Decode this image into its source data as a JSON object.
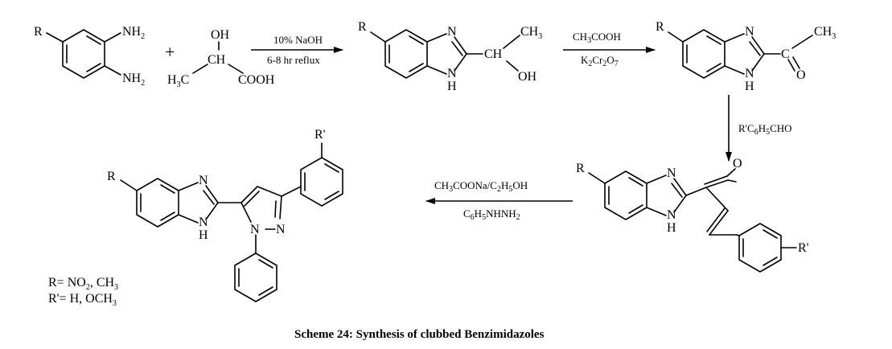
{
  "caption": "Scheme 24: Synthesis of clubbed Benzimidazoles",
  "reactant1": {
    "r": "R",
    "nh2_top": "NH",
    "nh2_bottom": "NH",
    "sub2": "2"
  },
  "plus": "+",
  "reactant2": {
    "oh": "OH",
    "ch": "CH",
    "h3c_h": "H",
    "h3c_3": "3",
    "h3c_c": "C",
    "cooh": "COOH"
  },
  "step1": {
    "reagent": "10% NaOH",
    "condition": "6-8 hr reflux"
  },
  "intermediate1": {
    "r": "R",
    "n": "N",
    "nh": "H",
    "ch": "CH",
    "ch3": "CH",
    "three": "3",
    "oh": "OH"
  },
  "step2": {
    "reagent_a": "CH",
    "reagent_a_sub": "3",
    "reagent_a_rest": "COOH",
    "reagent_b": "K",
    "b2": "2",
    "b_cr": "Cr",
    "b2b": "2",
    "b_o": "O",
    "b7": "7"
  },
  "intermediate2": {
    "r": "R",
    "n": "N",
    "nh": "H",
    "c": "C",
    "o": "O",
    "ch3": "CH",
    "three": "3"
  },
  "step3": {
    "reagent": "R'C",
    "s6": "6",
    "h": "H",
    "s5": "5",
    "cho": "CHO"
  },
  "chalcone": {
    "r": "R",
    "n": "N",
    "nh": "H",
    "o": "O",
    "rprime": "R'"
  },
  "step4": {
    "a1": "CH",
    "a1s": "3",
    "a2": "COONa/C",
    "a2s": "2",
    "a3": "H",
    "a3s": "5",
    "a4": "OH",
    "b1": "C",
    "b1s": "6",
    "b2": "H",
    "b2s": "5",
    "b3": "NHNH",
    "b3s": "2"
  },
  "product": {
    "r": "R",
    "n": "N",
    "nh": "H",
    "rprime": "R'",
    "pyr_n1": "N",
    "pyr_n2": "N"
  },
  "legend": {
    "line1_a": "R= NO",
    "line1_sub": "2",
    "line1_b": ", CH",
    "line1_sub2": "3",
    "line2_a": "R'= H, OCH",
    "line2_sub": "3"
  }
}
